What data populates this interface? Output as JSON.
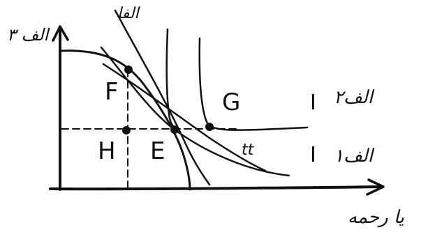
{
  "axes": {
    "y_label": "الف ٣",
    "x_label": "يا رحمه"
  },
  "curves": {
    "top_label": "الفا",
    "mid_label": "الف٢",
    "low_label": "الف١",
    "mid_roman": "I",
    "low_roman": "I",
    "tangent_label": "tt"
  },
  "points": {
    "f": "F",
    "g": "G",
    "h": "H",
    "e": "E"
  },
  "colors": {
    "ink": "#111111",
    "paper": "#ffffff"
  }
}
